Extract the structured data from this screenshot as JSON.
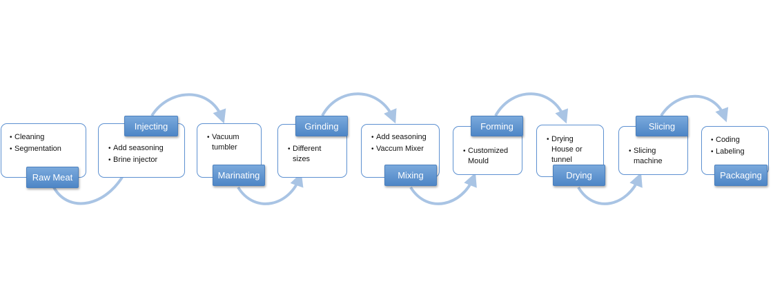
{
  "steps": [
    {
      "label": "Raw Meat",
      "items": [
        "Cleaning",
        "Segmentation"
      ]
    },
    {
      "label": "Injecting",
      "items": [
        "Add seasoning",
        "Brine injector"
      ]
    },
    {
      "label": "Marinating",
      "items": [
        "Vacuum tumbler"
      ]
    },
    {
      "label": "Grinding",
      "items": [
        "Different sizes"
      ]
    },
    {
      "label": "Mixing",
      "items": [
        "Add seasoning",
        "Vaccum Mixer"
      ]
    },
    {
      "label": "Forming",
      "items": [
        "Customized Mould"
      ]
    },
    {
      "label": "Drying",
      "items": [
        "Drying House or tunnel"
      ]
    },
    {
      "label": "Slicing",
      "items": [
        "Slicing machine"
      ]
    },
    {
      "label": "Packaging",
      "items": [
        "Coding",
        "Labeling"
      ]
    }
  ],
  "colors": {
    "accent": "#5b8fd0",
    "label_fill": "#5b93d3",
    "arrow": "#a9c4e4"
  }
}
